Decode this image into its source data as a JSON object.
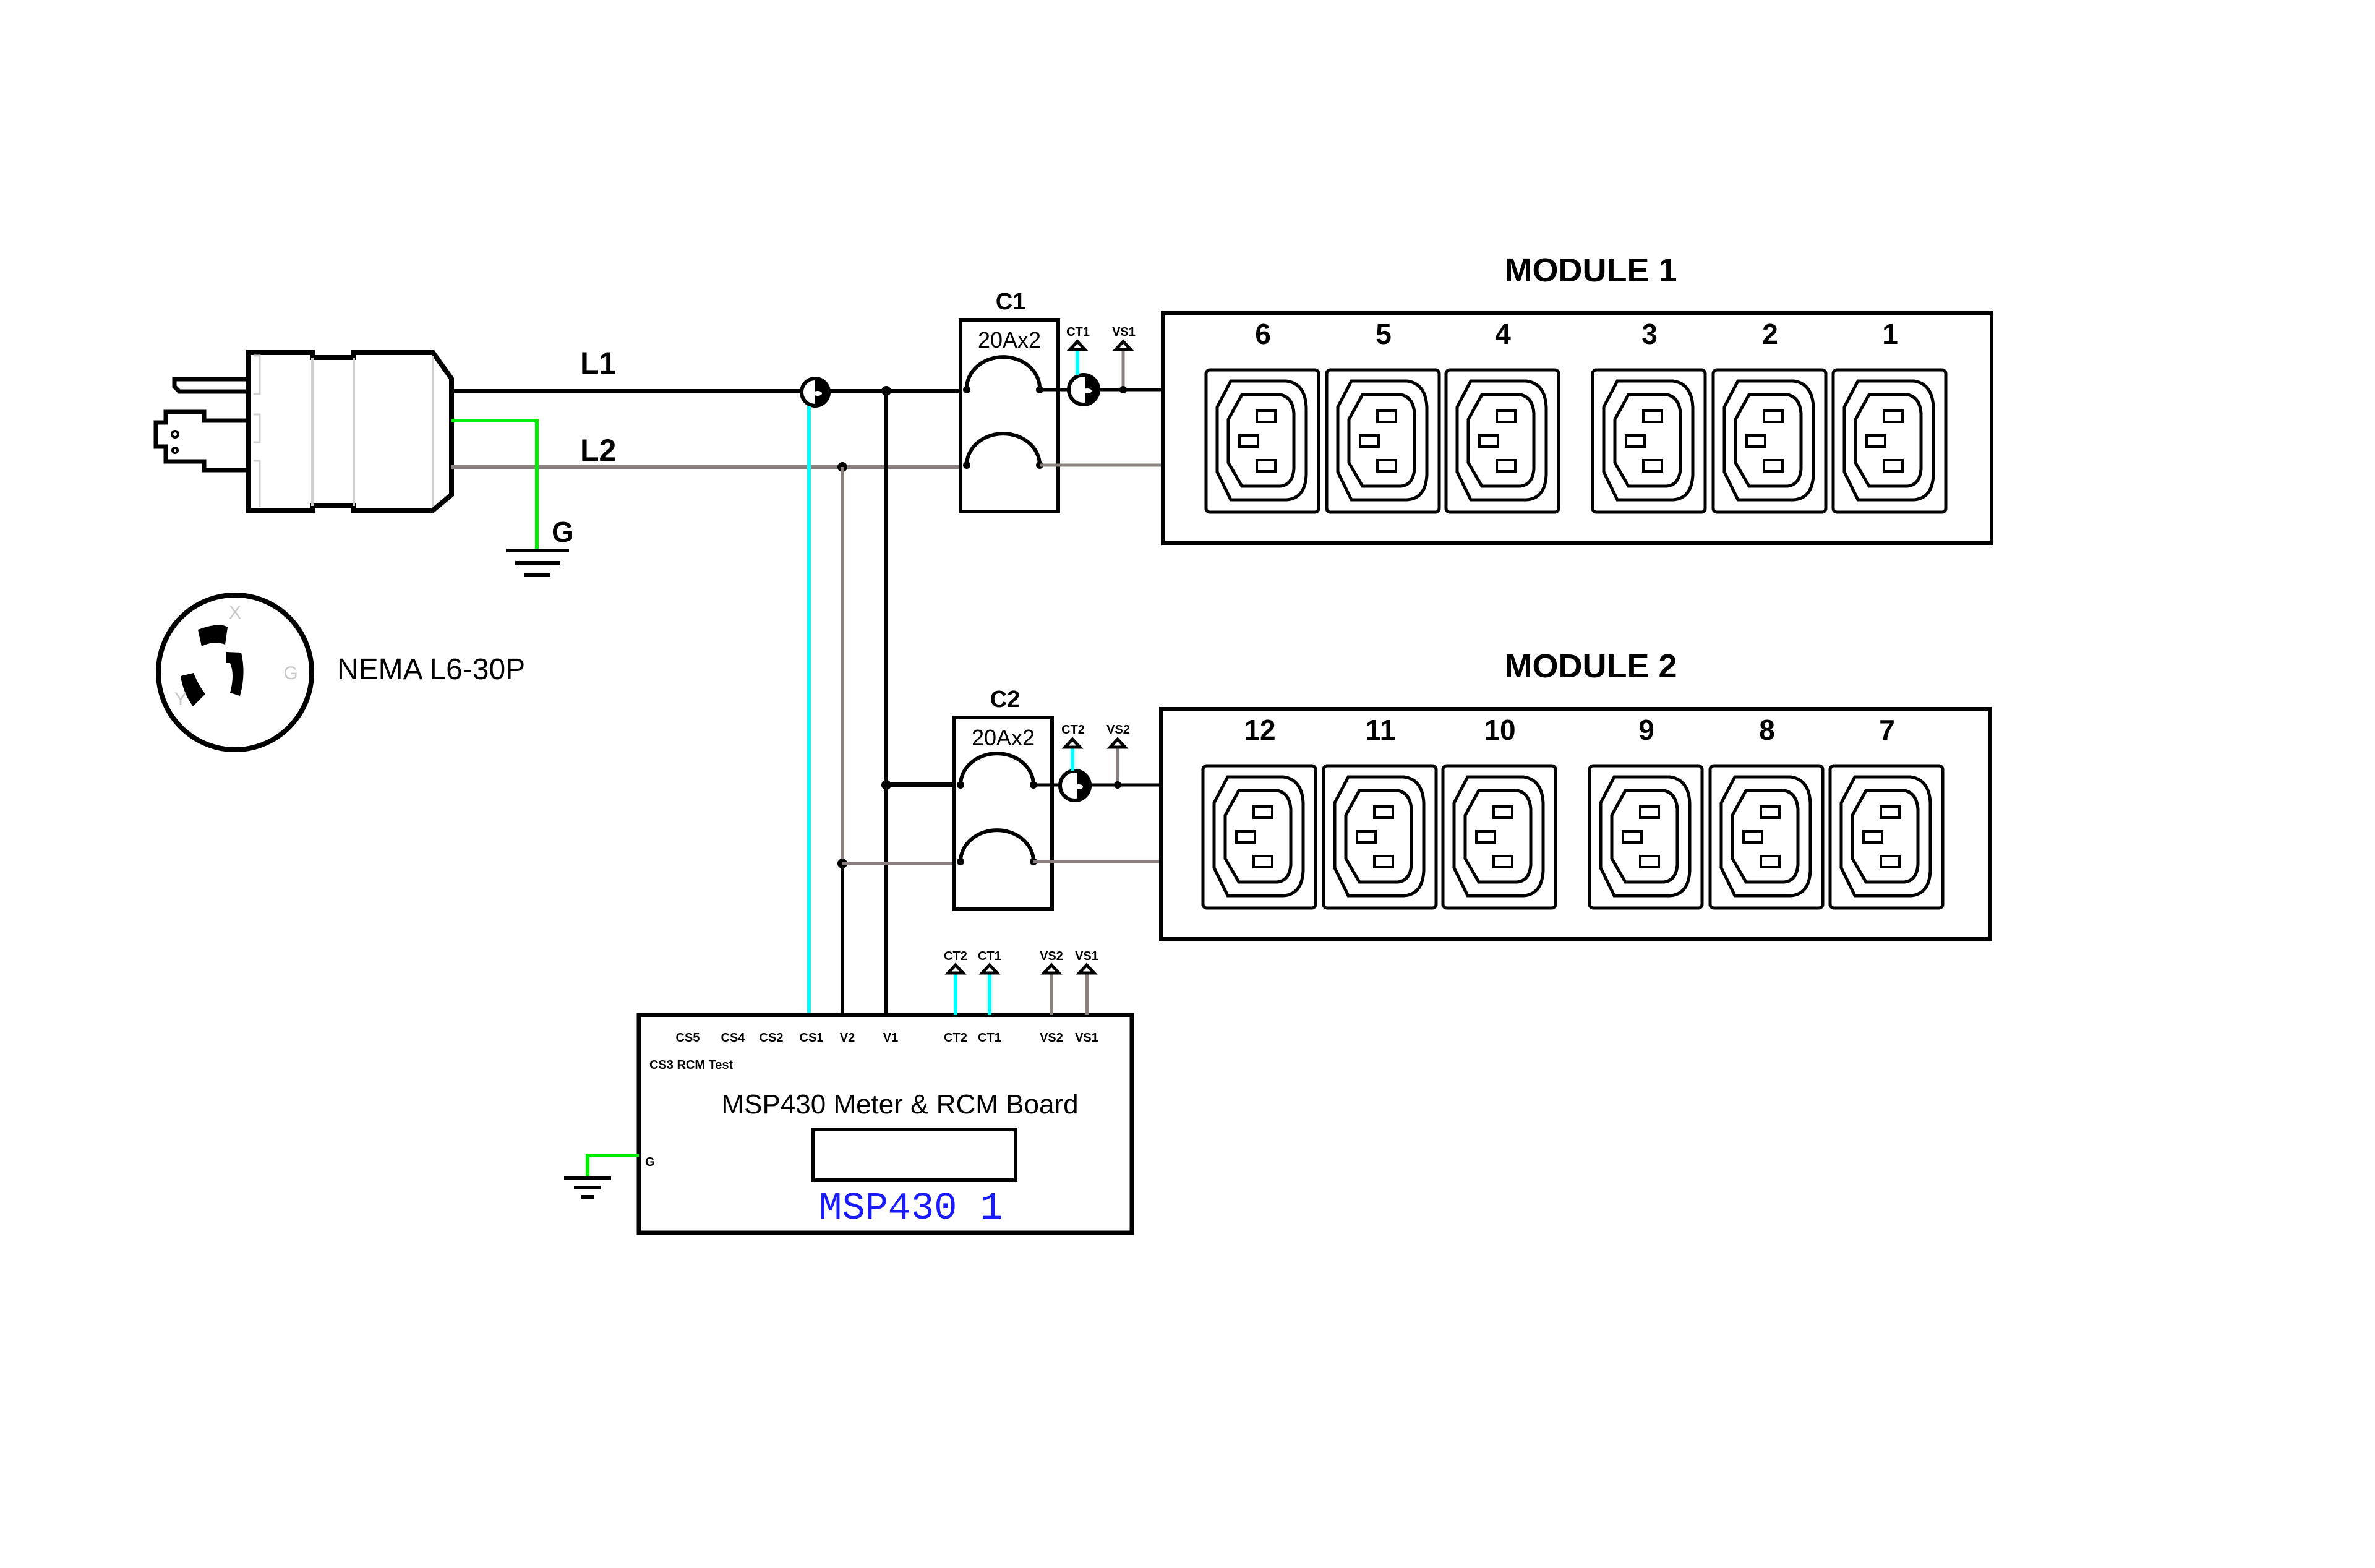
{
  "diagram": {
    "type": "wiring-schematic",
    "colors": {
      "line_wire": "#000000",
      "neutral_wire": "#8a8080",
      "ground_wire": "#00ee00",
      "sense_wire": "#00ffff",
      "instance_label": "#1a1aff",
      "pin_letter_gray": "#c8c8c8"
    },
    "plug": {
      "wires": {
        "l1": "L1",
        "l2": "L2",
        "ground": "G"
      },
      "nema": {
        "label": "NEMA L6-30P",
        "pin_letters": {
          "x": "X",
          "y": "Y",
          "g": "G"
        }
      }
    },
    "breakers": [
      {
        "name": "C1",
        "rating": "20Ax2",
        "ct": "CT1",
        "vs": "VS1"
      },
      {
        "name": "C2",
        "rating": "20Ax2",
        "ct": "CT2",
        "vs": "VS2"
      }
    ],
    "modules": [
      {
        "title": "MODULE 1",
        "outlets": [
          "6",
          "5",
          "4",
          "3",
          "2",
          "1"
        ]
      },
      {
        "title": "MODULE 2",
        "outlets": [
          "12",
          "11",
          "10",
          "9",
          "8",
          "7"
        ]
      }
    ],
    "board": {
      "title": "MSP430 Meter & RCM Board",
      "instance": "MSP430 1",
      "top_pins": [
        "CS5",
        "CS4",
        "CS2",
        "CS1",
        "V2",
        "V1",
        "CT2",
        "CT1",
        "VS2",
        "VS1"
      ],
      "side_label": "CS3 RCM Test",
      "ground_pin": "G",
      "ports": [
        "CT2",
        "CT1",
        "VS2",
        "VS1"
      ]
    }
  }
}
